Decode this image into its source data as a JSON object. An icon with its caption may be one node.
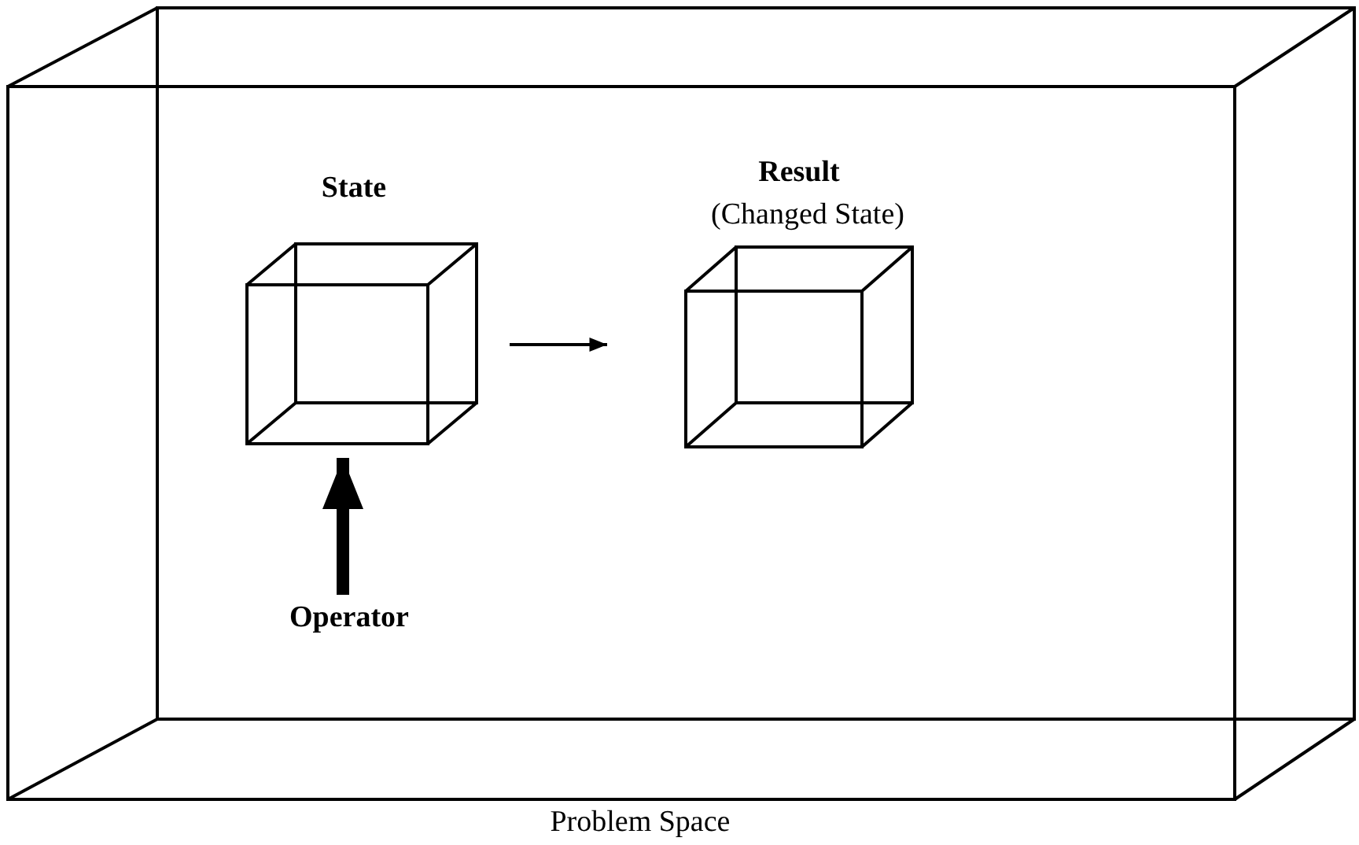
{
  "diagram": {
    "nodes": [
      {
        "text": [
          "Problem Space"
        ]
      },
      {
        "text": [
          "State"
        ],
        "in": 0
      },
      {
        "text": [
          "Result",
          "(Changed State)"
        ],
        "in": 0
      },
      {
        "text": [
          "Operator"
        ],
        "in": 0
      }
    ],
    "edges": [
      {
        "from": 1,
        "to": 2,
        "arrow": "to"
      },
      {
        "from": 3,
        "to": 1,
        "arrow": "to",
        "style": "thick"
      }
    ]
  }
}
